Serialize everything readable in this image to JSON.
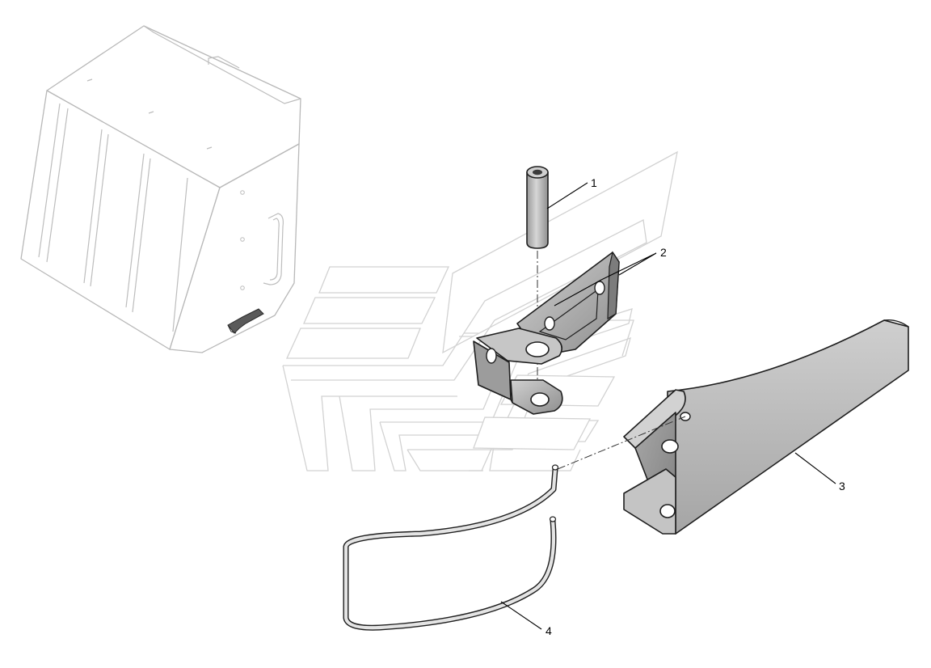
{
  "callouts": {
    "part1": "1",
    "part2": "2",
    "part3": "3",
    "part4": "4"
  },
  "colors": {
    "part_fill": "#b9b9b9",
    "part_edge": "#1e1e1e",
    "ghost_outline": "#d2d2d2",
    "housing_outline": "#b8b8b8"
  }
}
